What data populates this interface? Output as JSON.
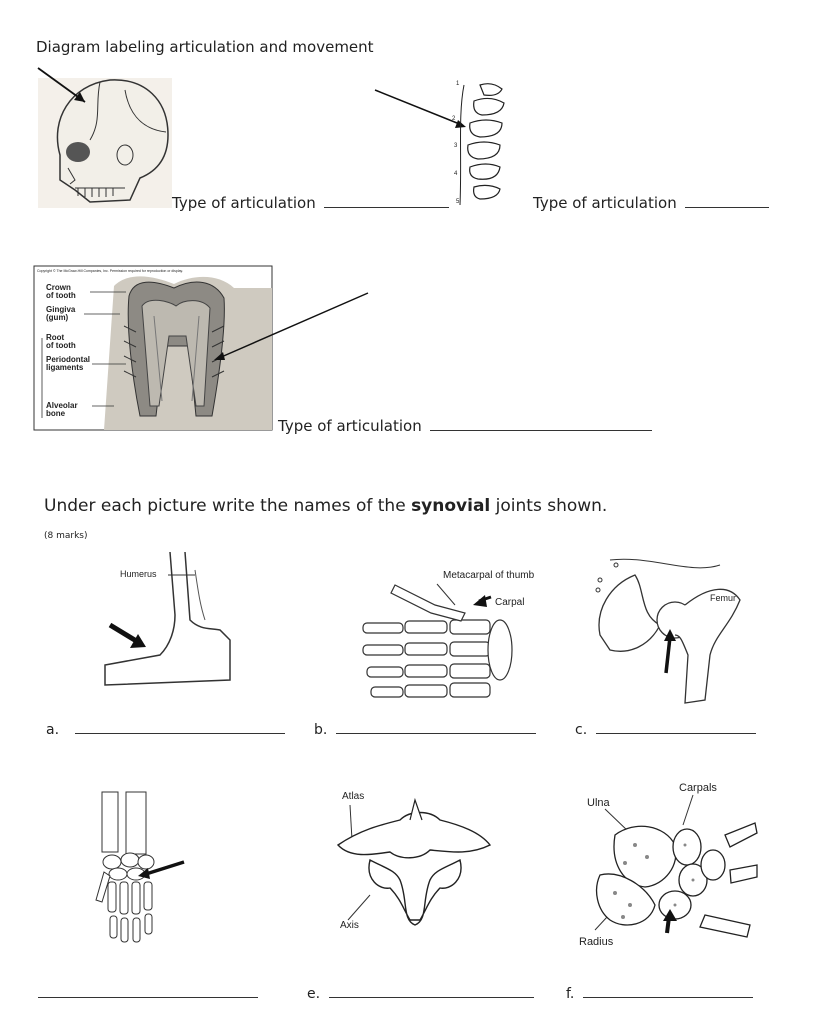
{
  "section1": {
    "title": "Diagram labeling  articulation and movement",
    "type_label": "Type of articulation",
    "tooth_labels": {
      "header": "Copyright © The McGraw-Hill Companies, Inc. Permission required for reproduction or display.",
      "crown": [
        "Crown",
        "of tooth"
      ],
      "gingiva": [
        "Gingiva",
        "(gum)"
      ],
      "root": [
        "Root",
        "of tooth"
      ],
      "periodontal": [
        "Periodontal",
        "ligaments"
      ],
      "alveolar": [
        "Alveolar",
        "bone"
      ]
    },
    "vertebra_numbers": [
      "1",
      "2",
      "3",
      "4",
      "5"
    ]
  },
  "section2": {
    "instruction_prefix": "Under each picture write the names of the ",
    "instruction_bold": "synovial",
    "instruction_suffix": " joints shown.",
    "marks": "(8 marks)",
    "labels": {
      "humerus": "Humerus",
      "metacarpal": "Metacarpal of thumb",
      "carpal": "Carpal",
      "femur": "Femur",
      "atlas": "Atlas",
      "axis": "Axis",
      "ulna": "Ulna",
      "carpals": "Carpals",
      "radius": "Radius"
    },
    "answers": {
      "a": "a.",
      "b": "b.",
      "c": "c.",
      "e": "e.",
      "f": "f."
    }
  }
}
